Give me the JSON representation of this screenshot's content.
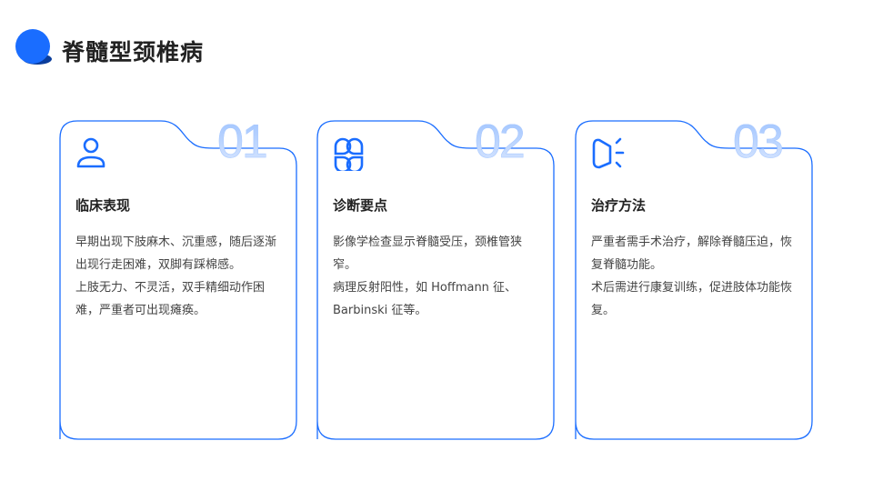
{
  "header": {
    "title": "脊髓型颈椎病",
    "accent": "#1a6dff"
  },
  "cards": [
    {
      "number": "01",
      "icon": "user-icon",
      "title": "临床表现",
      "paragraphs": [
        "早期出现下肢麻木、沉重感，随后逐渐出现行走困难，双脚有踩棉感。",
        "上肢无力、不灵活，双手精细动作困难，严重者可出现瘫痪。"
      ]
    },
    {
      "number": "02",
      "icon": "grid-icon",
      "title": "诊断要点",
      "paragraphs": [
        "影像学检查显示脊髓受压，颈椎管狭窄。",
        "病理反射阳性，如 Hoffmann 征、Barbinski 征等。"
      ]
    },
    {
      "number": "03",
      "icon": "speaker-icon",
      "title": "治疗方法",
      "paragraphs": [
        "严重者需手术治疗，解除脊髓压迫，恢复脊髓功能。",
        "术后需进行康复训练，促进肢体功能恢复。"
      ]
    }
  ]
}
